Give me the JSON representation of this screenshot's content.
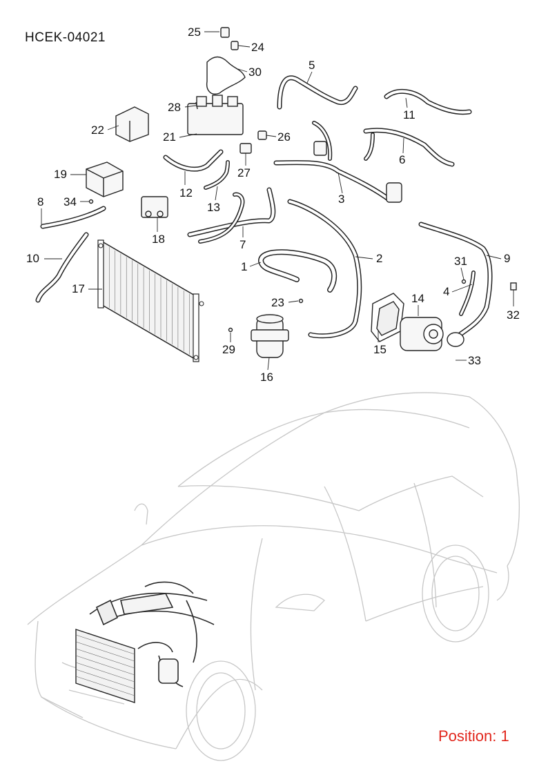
{
  "diagram": {
    "code": "HCEK-04021",
    "position_label": "Position: 1",
    "callouts": [
      "1",
      "2",
      "3",
      "4",
      "5",
      "6",
      "7",
      "8",
      "9",
      "10",
      "11",
      "12",
      "13",
      "14",
      "15",
      "16",
      "17",
      "18",
      "19",
      "21",
      "22",
      "23",
      "24",
      "25",
      "26",
      "27",
      "28",
      "29",
      "30",
      "31",
      "32",
      "33",
      "34"
    ],
    "colors": {
      "text": "#111111",
      "line": "#222222",
      "car_line": "#c8c8c8",
      "position": "#e1261c"
    }
  }
}
